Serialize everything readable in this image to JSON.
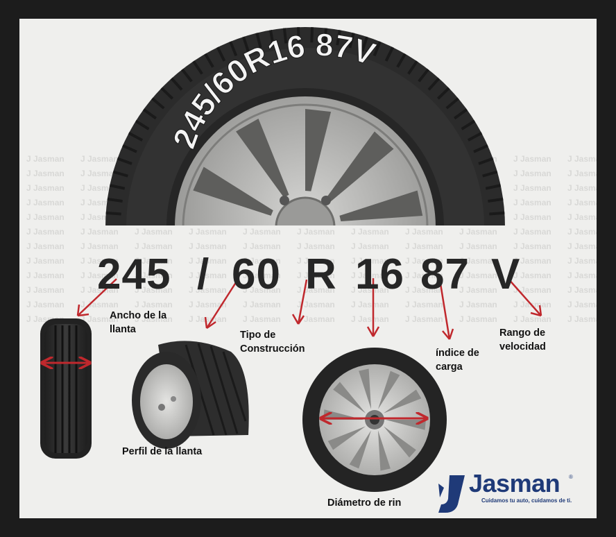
{
  "sidewall": {
    "text": "245/60R16 87V"
  },
  "code": {
    "width": "245",
    "slash": "/",
    "aspect": "60",
    "construction": "R",
    "rim": "16",
    "load": "87",
    "speed": "V"
  },
  "labels": {
    "width_line1": "Ancho de la",
    "width_line2": "llanta",
    "profile": "Perfil de la llanta",
    "construction_line1": "Tipo de",
    "construction_line2": "Construcción",
    "rim": "Diámetro de rin",
    "load_line1": "índice de",
    "load_line2": "carga",
    "speed_line1": "Rango de",
    "speed_line2": "velocidad"
  },
  "watermark": {
    "text": "Jasman"
  },
  "brand": {
    "name": "Jasman",
    "tagline": "Cuidamos tu auto, cuidamos de ti.",
    "registered": "®"
  },
  "colors": {
    "frame": "#1c1c1c",
    "background": "#efefed",
    "arrow": "#c0282d",
    "tire": "#2a2a2a",
    "brand": "#1f3a78"
  },
  "icons": [
    "wheel-rim",
    "tire-front-view",
    "tire-side-view",
    "wheel-front-view",
    "red-arrow",
    "jasman-logo-icon"
  ]
}
